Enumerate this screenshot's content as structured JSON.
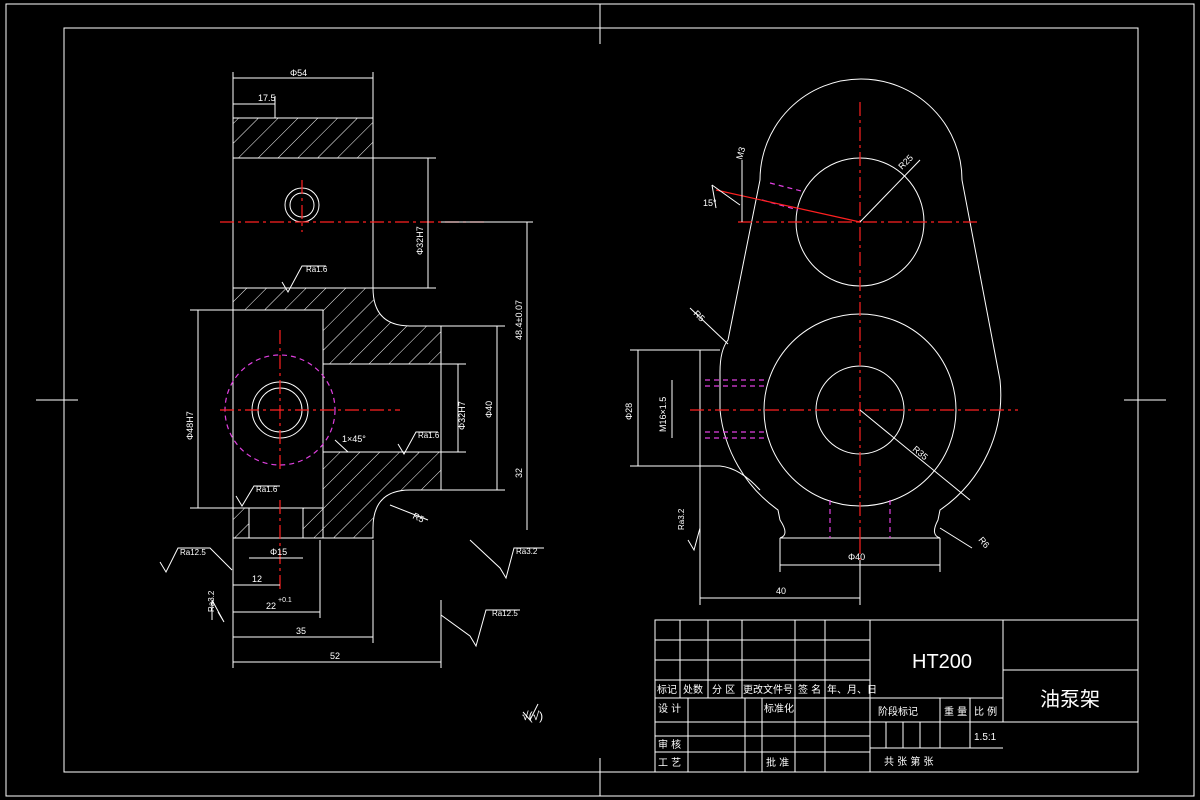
{
  "dims": {
    "top_width": "Φ54",
    "w_17_5": "17.5",
    "bore_top": "Φ32H7",
    "dist_48": "48.4±0.07",
    "bore_left": "Φ48H7",
    "bore_inner": "Φ32H7",
    "d40": "Φ40",
    "chamfer": "1×45°",
    "d32": "32",
    "r5": "R5",
    "d15": "Φ15",
    "d12": "12",
    "d22": "22",
    "d22_tol": "+0.1",
    "d35": "35",
    "d52": "52",
    "r25": "R25",
    "r35": "R35",
    "angle15": "15°",
    "m3": "M3",
    "m16": "M16×1.5",
    "d28": "Φ28",
    "r6": "R6",
    "d40b": "Φ40",
    "d40c": "40"
  },
  "roughness": {
    "ra16a": "Ra1.6",
    "ra16b": "Ra1.6",
    "ra16c": "Ra1.6",
    "ra125a": "Ra12.5",
    "ra125b": "Ra12.5",
    "ra32a": "Ra3.2",
    "ra32b": "Ra3.2",
    "ra32c": "Ra3.2",
    "general": "√(√)"
  },
  "title_block": {
    "material": "HT200",
    "part_name": "油泵架",
    "row_labels": [
      "标记",
      "处数",
      "分 区",
      "更改文件号",
      "签 名",
      "年、月、日"
    ],
    "design": "设 计",
    "standardize": "标准化",
    "review": "审 核",
    "process": "工 艺",
    "approve": "批 准",
    "stage_mark": "阶段标记",
    "weight": "重 量",
    "scale_label": "比 例",
    "scale": "1.5:1",
    "sheets": "共    张 第    张"
  }
}
